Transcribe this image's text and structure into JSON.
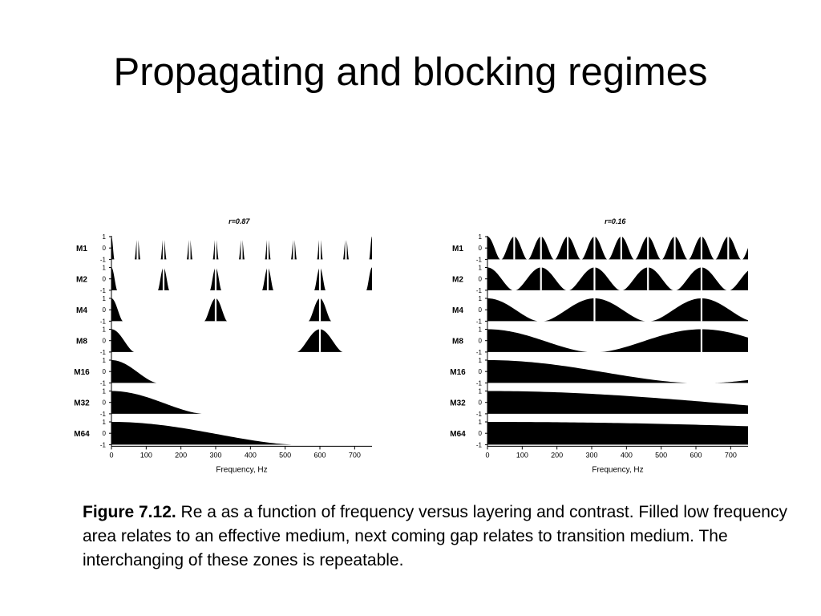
{
  "slide": {
    "title": "Propagating and blocking regimes"
  },
  "caption": {
    "label": "Figure 7.12.",
    "text": " Re a as a function of frequency versus layering and contrast. Filled low frequency area relates to an effective medium, next coming gap relates to transition medium. The interchanging of these zones is repeatable."
  },
  "chart_data": [
    {
      "type": "area",
      "title": "r=0.87",
      "xlabel": "Frequency, Hz",
      "ylabel": "",
      "xlim": [
        0,
        750
      ],
      "ylim": [
        -1,
        1
      ],
      "x_ticks": [
        0,
        100,
        200,
        300,
        400,
        500,
        600,
        700
      ],
      "y_ticks": [
        1,
        0,
        -1
      ],
      "grid": false,
      "fill_color": "#000000",
      "series": [
        {
          "name": "M1",
          "period_hz": 75,
          "propagation_fraction": 0.22
        },
        {
          "name": "M2",
          "period_hz": 150,
          "propagation_fraction": 0.22
        },
        {
          "name": "M4",
          "period_hz": 300,
          "propagation_fraction": 0.22
        },
        {
          "name": "M8",
          "period_hz": 600,
          "propagation_fraction": 0.22
        },
        {
          "name": "M16",
          "period_hz": 1200,
          "propagation_fraction": 0.22
        },
        {
          "name": "M32",
          "period_hz": 2400,
          "propagation_fraction": 0.22
        },
        {
          "name": "M64",
          "period_hz": 4800,
          "propagation_fraction": 0.22
        }
      ]
    },
    {
      "type": "area",
      "title": "r=0.16",
      "xlabel": "Frequency, Hz",
      "ylabel": "",
      "xlim": [
        0,
        750
      ],
      "ylim": [
        -1,
        1
      ],
      "x_ticks": [
        0,
        100,
        200,
        300,
        400,
        500,
        600,
        700
      ],
      "y_ticks": [
        1,
        0,
        -1
      ],
      "grid": false,
      "fill_color": "#000000",
      "series": [
        {
          "name": "M1",
          "period_hz": 77,
          "propagation_fraction": 0.95
        },
        {
          "name": "M2",
          "period_hz": 154,
          "propagation_fraction": 0.95
        },
        {
          "name": "M4",
          "period_hz": 308,
          "propagation_fraction": 0.95
        },
        {
          "name": "M8",
          "period_hz": 616,
          "propagation_fraction": 0.95
        },
        {
          "name": "M16",
          "period_hz": 1232,
          "propagation_fraction": 0.95
        },
        {
          "name": "M32",
          "period_hz": 2464,
          "propagation_fraction": 0.95
        },
        {
          "name": "M64",
          "period_hz": 4928,
          "propagation_fraction": 0.95
        }
      ]
    }
  ]
}
